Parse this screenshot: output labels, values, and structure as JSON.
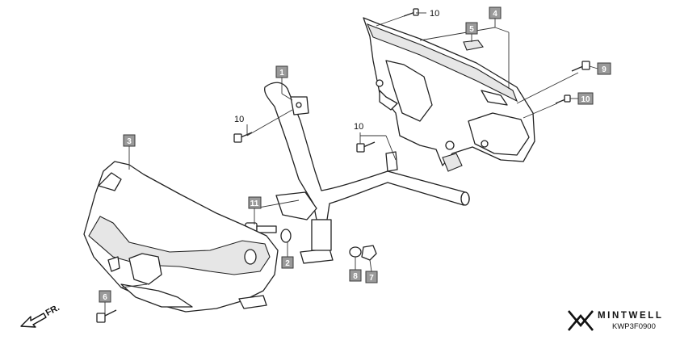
{
  "callouts": {
    "c1": "1",
    "c2": "2",
    "c3": "3",
    "c4": "4",
    "c5": "5",
    "c6": "6",
    "c7": "7",
    "c8": "8",
    "c9": "9",
    "c10_box": "10",
    "c11": "11"
  },
  "labels": {
    "ten_top": "10",
    "ten_left": "10",
    "ten_mid": "10"
  },
  "front_indicator": "FR.",
  "brand": {
    "name": "MINTWELL",
    "diagram_code": "KWP3F0900"
  },
  "colors": {
    "callout_fill": "#9a9a9a",
    "line": "#222222"
  }
}
